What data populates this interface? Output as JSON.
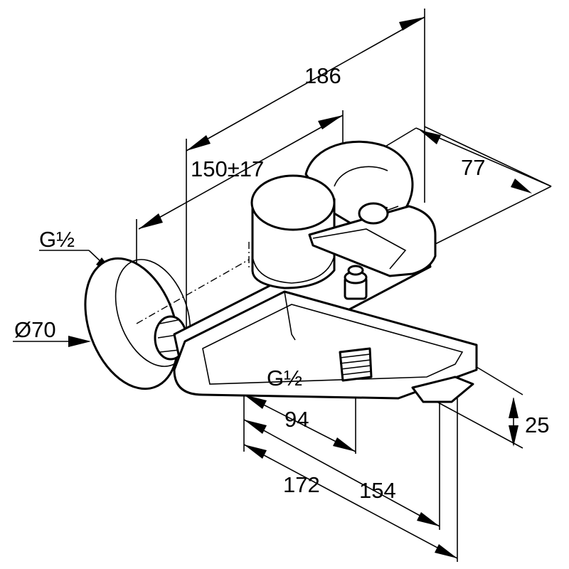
{
  "drawing": {
    "subject": "Wall-mounted bath mixer dimension drawing",
    "line_color": "#000000",
    "background_color": "#ffffff"
  },
  "dimensions": {
    "overall_width": "186",
    "connection_spacing": "150±17",
    "depth": "77",
    "thread_left": "G½",
    "rosette_diameter": "Ø70",
    "thread_outlet": "G½",
    "outlet_offset": "94",
    "spout_height": "25",
    "spout_reach_outer": "172",
    "spout_reach_inner": "154"
  }
}
